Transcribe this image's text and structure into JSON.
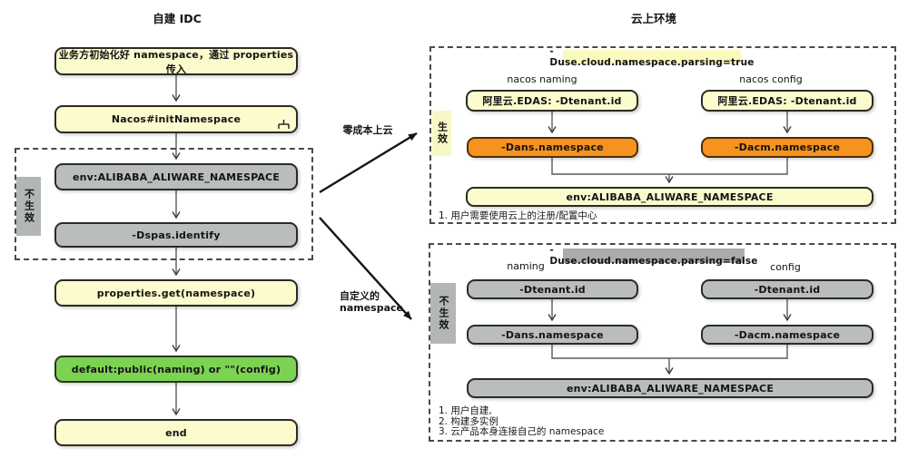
{
  "left": {
    "title": "自建 IDC",
    "node_init": "业务方初始化好 namespace，通过 properties 传入",
    "node_nacos": "Nacos#initNamespace",
    "node_env": "env:ALIBABA_ALIWARE_NAMESPACE",
    "node_dspas": "-Dspas.identify",
    "node_props": "properties.get(namespace)",
    "node_default": "default:public(naming) or \"\"(config)",
    "node_end": "end",
    "ineffective_label": "不生效"
  },
  "middle": {
    "top_arrow_label": "零成本上云",
    "bottom_arrow_label_1": "自定义的",
    "bottom_arrow_label_2": "namespace"
  },
  "right": {
    "title": "云上环境",
    "top": {
      "flag": "-Duse.cloud.namespace.parsing=true",
      "effective_label": "生效",
      "naming_header": "nacos naming",
      "config_header": "nacos config",
      "naming_src": "阿里云.EDAS: -Dtenant.id",
      "config_src": "阿里云.EDAS: -Dtenant.id",
      "naming_ns": "-Dans.namespace",
      "config_ns": "-Dacm.namespace",
      "env": "env:ALIBABA_ALIWARE_NAMESPACE",
      "note": "1. 用户需要使用云上的注册/配置中心"
    },
    "bottom": {
      "flag": "-Duse.cloud.namespace.parsing=false",
      "ineffective_label": "不生效",
      "naming_header": "naming",
      "config_header": "config",
      "naming_src": "-Dtenant.id",
      "config_src": "-Dtenant.id",
      "naming_ns": "-Dans.namespace",
      "config_ns": "-Dacm.namespace",
      "env": "env:ALIBABA_ALIWARE_NAMESPACE",
      "notes": [
        "1. 用户自建,",
        "2. 构建多实例",
        "3. 云产品本身连接自己的 namespace"
      ]
    }
  },
  "colors": {
    "cream_fill": "#fbfbce",
    "gray_fill": "#b9bdbe",
    "orange_fill": "#f6921e",
    "green_fill": "#7cd353",
    "flag_yellow": "#fafabe",
    "flag_gray": "#ababab",
    "border_dark": "#2b2b22",
    "dashed_border": "#4a4a4a"
  }
}
